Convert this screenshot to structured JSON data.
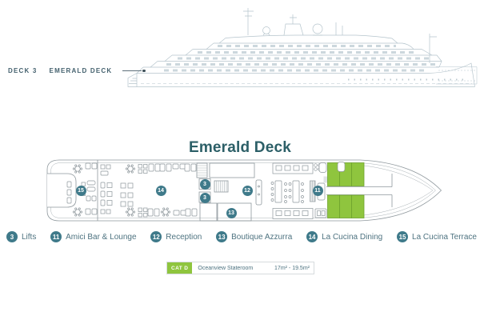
{
  "header": {
    "deck_number": "DECK 3",
    "deck_name": "EMERALD DECK"
  },
  "plan": {
    "title": "Emerald Deck",
    "markers": [
      "15",
      "14",
      "3",
      "3",
      "12",
      "13",
      "11"
    ]
  },
  "legend": {
    "items": [
      {
        "number": "3",
        "label": "Lifts"
      },
      {
        "number": "11",
        "label": "Amici Bar & Lounge"
      },
      {
        "number": "12",
        "label": "Reception"
      },
      {
        "number": "13",
        "label": "Boutique Azzurra"
      },
      {
        "number": "14",
        "label": "La Cucina Dining"
      },
      {
        "number": "15",
        "label": "La Cucina Terrace"
      }
    ]
  },
  "category": {
    "code": "CAT D",
    "name": "Oceanview Stateroom",
    "size_range": "17m² - 19.5m²"
  },
  "colors": {
    "marker_teal": "#3f7a8a",
    "title_teal": "#2c5f67",
    "text_teal": "#4e7380",
    "cabin_green": "#8fc53e",
    "plan_line": "#8f989d",
    "profile_line": "#b5c4cc"
  }
}
